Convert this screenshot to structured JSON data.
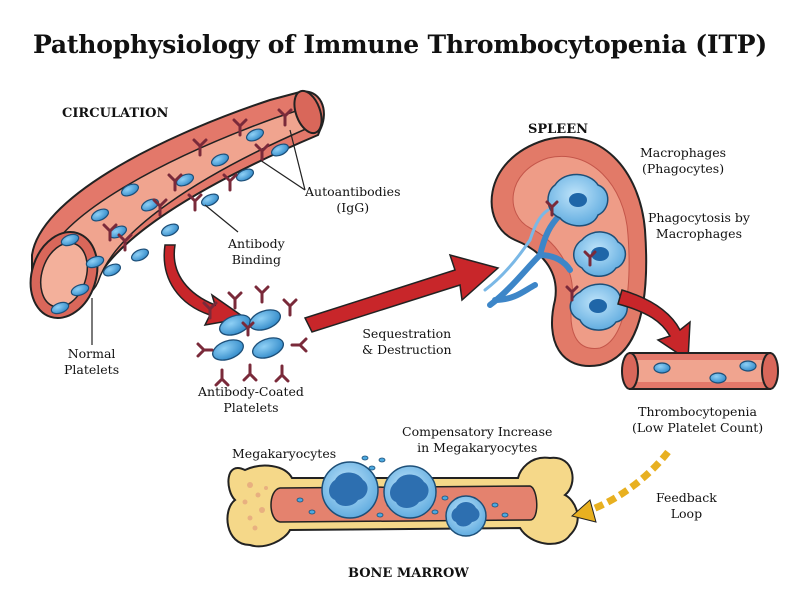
{
  "title": "Pathophysiology of Immune Thrombocytopenia (ITP)",
  "sections": {
    "circulation": "CIRCULATION",
    "spleen": "SPLEEN",
    "bone_marrow": "BONE MARROW"
  },
  "labels": {
    "autoantibodies": [
      "Autoantibodies",
      "(IgG)"
    ],
    "antibody_binding": [
      "Antibody",
      "Binding"
    ],
    "normal_platelets": [
      "Normal",
      "Platelets"
    ],
    "antibody_coated": [
      "Antibody-Coated",
      "Platelets"
    ],
    "sequestration": [
      "Sequestration",
      "& Destruction"
    ],
    "macrophages": [
      "Macrophages",
      "(Phagocytes)"
    ],
    "phagocytosis": [
      "Phagocytosis by",
      "Macrophages"
    ],
    "thrombocytopenia": [
      "Thrombocytopenia",
      "(Low Platelet Count)"
    ],
    "compensatory": [
      "Compensatory Increase",
      "in Megakaryocytes"
    ],
    "megakaryocytes": "Megakaryocytes",
    "feedback": [
      "Feedback",
      "Loop"
    ]
  },
  "colors": {
    "vessel": "#e3786a",
    "vessel_dark": "#c4564a",
    "vessel_inner": "#f0a48f",
    "platelet": "#4da9e0",
    "antibody": "#7a2a3a",
    "spleen": "#e27a68",
    "arrow": "#c8262a",
    "bone": "#f5d889",
    "feedback": "#f0c030"
  }
}
